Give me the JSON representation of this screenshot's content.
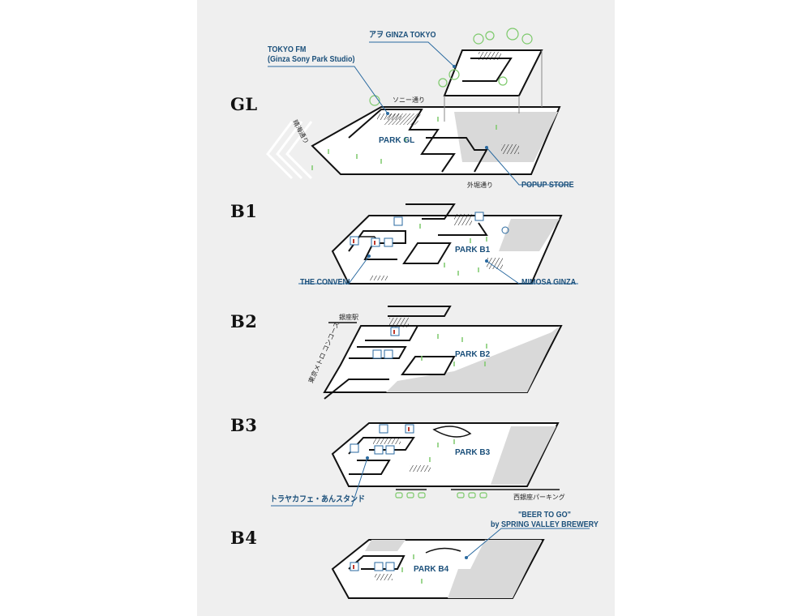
{
  "floors": {
    "gl": "GL",
    "b1": "B1",
    "b2": "B2",
    "b3": "B3",
    "b4": "B4"
  },
  "callouts": {
    "tokyo_fm_line1": "TOKYO FM",
    "tokyo_fm_line2": "(Ginza Sony Park Studio)",
    "ginza_tokyo": "アヲ GINZA TOKYO",
    "popup_store": "POPUP STORE",
    "the_conveni": "THE CONVENI",
    "mimosa_ginza": "MIMOSA GINZA",
    "toraya": "トラヤカフェ・あんスタンド",
    "beer_line1": "\"BEER TO GO\"",
    "beer_line2": "by SPRING VALLEY BREWERY"
  },
  "parks": {
    "gl": "PARK GL",
    "b1": "PARK B1",
    "b2": "PARK B2",
    "b3": "PARK B3",
    "b4": "PARK B4"
  },
  "streets": {
    "sony": "ソニー通り",
    "harumi": "晴海通り",
    "sotobori": "外堀通り",
    "ginza_station": "銀座駅",
    "metro_concourse": "東京メトロ コンコース",
    "nishi_ginza_parking": "西銀座パーキング"
  },
  "colors": {
    "panel": "#efefef",
    "floor_fill": "#ffffff",
    "floor_shade": "#d9d9d9",
    "outline": "#111111",
    "callout_text": "#1a4f7a",
    "leader": "#2a6aa0",
    "plant": "#7cc96a",
    "toilet_red": "#c0392b",
    "icon_blue": "#2a6aa0"
  }
}
